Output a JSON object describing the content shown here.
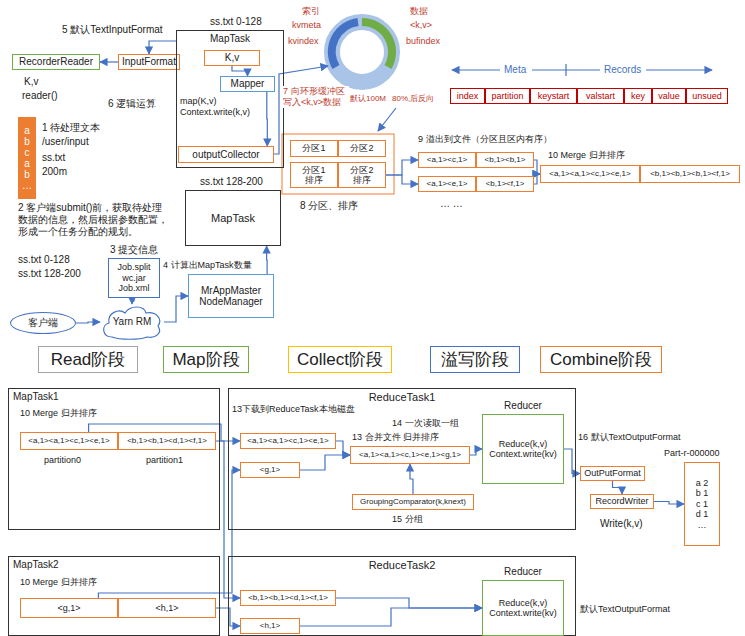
{
  "diagram": {
    "nodes": [
      {
        "text": [
          "RecorderReader"
        ]
      },
      {
        "text": [
          "InputFormat"
        ]
      },
      {
        "text": [
          "MapTask"
        ]
      },
      {
        "text": [
          "K,v"
        ],
        "in": 2
      },
      {
        "text": [
          "Mapper"
        ],
        "in": 2
      },
      {
        "text": [
          "outputCollector"
        ],
        "in": 2
      },
      {
        "text": [
          "a b c a b …"
        ]
      },
      {
        "text": [
          "MapTask"
        ]
      },
      {
        "text": [
          "Job.split",
          "wc.jar",
          "Job.xml"
        ]
      },
      {
        "text": [
          "MrAppMaster",
          "NodeManager"
        ]
      },
      {
        "text": [
          "客户端"
        ]
      },
      {
        "text": [
          "Yarn RM"
        ]
      },
      {
        "text": [
          "index"
        ]
      },
      {
        "text": [
          "partition"
        ]
      },
      {
        "text": [
          "keystart"
        ]
      },
      {
        "text": [
          "valstart"
        ]
      },
      {
        "text": [
          "key"
        ]
      },
      {
        "text": [
          "value"
        ]
      },
      {
        "text": [
          "unsued"
        ]
      },
      {
        "text": [
          "分区1"
        ]
      },
      {
        "text": [
          "分区2"
        ]
      },
      {
        "text": [
          "分区1 排序"
        ]
      },
      {
        "text": [
          "分区2 排序"
        ]
      },
      {
        "text": [
          "<a,1><c,1>"
        ]
      },
      {
        "text": [
          "<b,1><b,1>"
        ]
      },
      {
        "text": [
          "<a,1><e,1>"
        ]
      },
      {
        "text": [
          "<b,1><f,1>"
        ]
      },
      {
        "text": [
          "<a,1><a,1><c,1><e,1>"
        ]
      },
      {
        "text": [
          "<b,1><b,1><b,1><f,1>"
        ]
      },
      {
        "text": [
          "Read阶段"
        ]
      },
      {
        "text": [
          "Map阶段"
        ]
      },
      {
        "text": [
          "Collect阶段"
        ]
      },
      {
        "text": [
          "溢写阶段"
        ]
      },
      {
        "text": [
          "Combine阶段"
        ]
      },
      {
        "text": [
          "MapTask1"
        ]
      },
      {
        "text": [
          "<a,1><a,1><c,1><e,1>"
        ],
        "in": 34
      },
      {
        "text": [
          "<b,1><b,1><d,1><f,1>"
        ],
        "in": 34
      },
      {
        "text": [
          "ReduceTask1"
        ]
      },
      {
        "text": [
          "<a,1><a,1><c,1><e,1>"
        ],
        "in": 37
      },
      {
        "text": [
          "<g,1>"
        ],
        "in": 37
      },
      {
        "text": [
          "<a,1><a,1><c,1><e,1><g,1>"
        ],
        "in": 37
      },
      {
        "text": [
          "GroupingComparator(k,knext)"
        ],
        "in": 37
      },
      {
        "text": [
          "Reducer",
          "Reduce(k,v) Context.write(kv)"
        ],
        "in": 37
      },
      {
        "text": [
          "OutPutFormat"
        ]
      },
      {
        "text": [
          "RecordWriter"
        ]
      },
      {
        "text": [
          "a 2",
          "b 1",
          "c 1",
          "d 1",
          "…"
        ]
      },
      {
        "text": [
          "MapTask2"
        ]
      },
      {
        "text": [
          "<g,1>"
        ],
        "in": 46
      },
      {
        "text": [
          "<h,1>"
        ],
        "in": 46
      },
      {
        "text": [
          "ReduceTask2"
        ]
      },
      {
        "text": [
          "<b,1><b,1><d,1><f,1>"
        ],
        "in": 49
      },
      {
        "text": [
          "<h,1>"
        ],
        "in": 49
      },
      {
        "text": [
          "Reducer",
          "Reduce(k,v) Context.write(kv)"
        ],
        "in": 49
      }
    ],
    "edges": [
      {
        "from": 1,
        "to": 0,
        "arrow": "to"
      },
      {
        "from": 2,
        "to": 1,
        "arrow": "to"
      },
      {
        "from": 3,
        "to": 4,
        "arrow": "to"
      },
      {
        "from": 4,
        "to": 5,
        "arrow": "to"
      },
      {
        "from": 10,
        "to": 11,
        "arrow": "to"
      },
      {
        "from": 8,
        "to": 11,
        "arrow": "to"
      },
      {
        "from": 11,
        "to": 9,
        "arrow": "to"
      },
      {
        "from": 9,
        "to": 7,
        "arrow": "to"
      },
      {
        "from": 22,
        "to": 23,
        "arrow": "to"
      },
      {
        "from": 22,
        "to": 25,
        "arrow": "to"
      },
      {
        "from": 24,
        "to": 27,
        "arrow": "to"
      },
      {
        "from": 26,
        "to": 27,
        "arrow": "to"
      },
      {
        "from": 35,
        "to": 38,
        "arrow": "to"
      },
      {
        "from": 36,
        "to": 50,
        "arrow": "to"
      },
      {
        "from": 47,
        "to": 39,
        "arrow": "to"
      },
      {
        "from": 48,
        "to": 51,
        "arrow": "to"
      },
      {
        "from": 38,
        "to": 40,
        "arrow": "to"
      },
      {
        "from": 39,
        "to": 40,
        "arrow": "to"
      },
      {
        "from": 40,
        "to": 42,
        "arrow": "to"
      },
      {
        "from": 41,
        "to": 40,
        "arrow": "to"
      },
      {
        "from": 42,
        "to": 43,
        "arrow": "to"
      },
      {
        "from": 43,
        "to": 44,
        "arrow": "to"
      },
      {
        "from": 44,
        "to": 45,
        "arrow": "to"
      },
      {
        "from": 50,
        "to": 52,
        "arrow": "to"
      },
      {
        "from": 51,
        "to": 52,
        "arrow": "to"
      }
    ],
    "labels": [
      "ss.txt 0-128",
      "5 默认TextInputFormat",
      "K,v",
      "reader()",
      "6 逻辑运算",
      "map(K,v) Context.write(k,v)",
      "1 待处理文本",
      "/user/input",
      "ss.txt",
      "200m",
      "2 客户端submit()前，获取待处理数据的信息，然后根据参数配置，形成一个任务分配的规划。",
      "ss.txt  0-128",
      "ss.txt  128-200",
      "3 提交信息",
      "4 计算出MapTask数量",
      "ss.txt 128-200",
      "索引",
      "kvmeta",
      "kvindex",
      "数据",
      "<k,v>",
      "bufindex",
      "7 向环形缓冲区写入<k,v>数据",
      "默认100M",
      "80%,后反向",
      "Meta",
      "Records",
      "8 分区、排序",
      "9 溢出到文件（分区且区内有序）",
      "… …",
      "10 Merge 归并排序",
      "10 Merge 归并排序",
      "partition0",
      "partition1",
      "13下载到ReduceTask本地磁盘",
      "14 一次读取一组",
      "13 合并文件 归并排序",
      "15 分组",
      "16 默认TextOutputFormat",
      "Part-r-000000",
      "Write(k,v)",
      "10 Merge 归并排序",
      "默认TextOutputFormat"
    ]
  }
}
